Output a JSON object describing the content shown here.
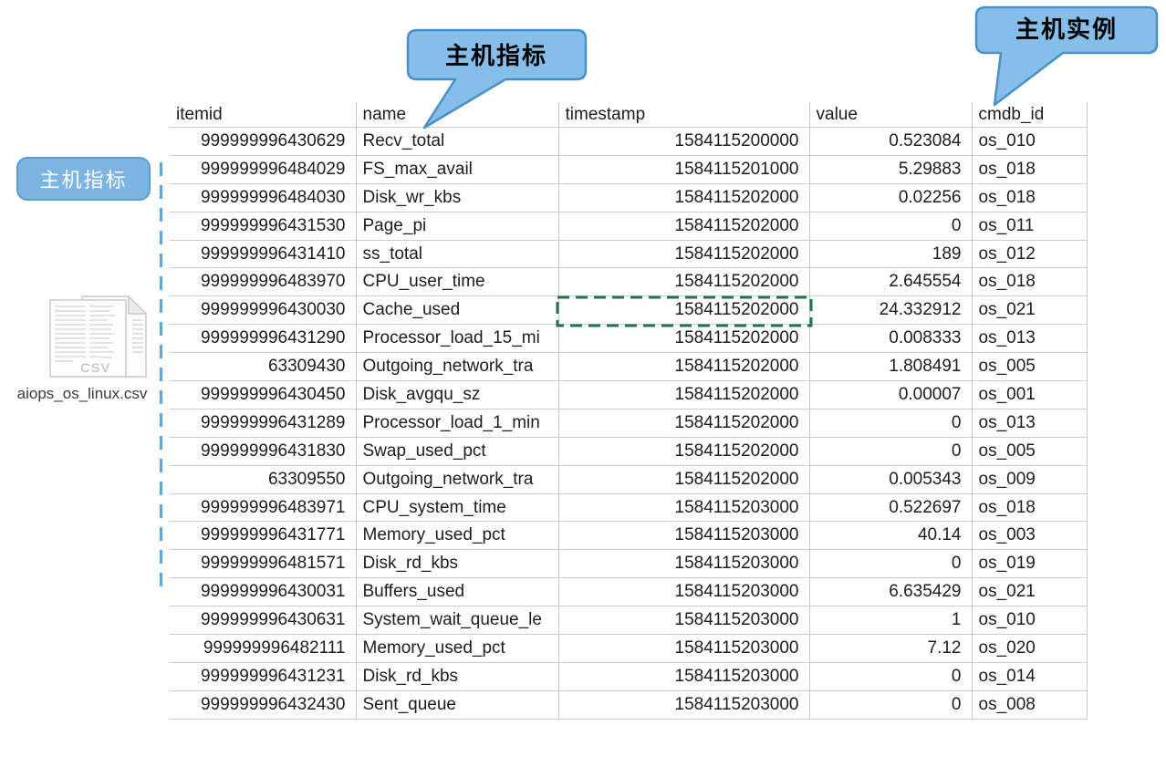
{
  "callouts": {
    "name_callout": "主机指标",
    "cmdb_callout": "主机实例",
    "left_label": "主机指标"
  },
  "file": {
    "name": "aiops_os_linux.csv",
    "badge": "CSV"
  },
  "table": {
    "columns": [
      "itemid",
      "name",
      "timestamp",
      "value",
      "cmdb_id"
    ],
    "rows": [
      [
        "999999996430629",
        "Recv_total",
        "1584115200000",
        "0.523084",
        "os_010"
      ],
      [
        "999999996484029",
        "FS_max_avail",
        "1584115201000",
        "5.29883",
        "os_018"
      ],
      [
        "999999996484030",
        "Disk_wr_kbs",
        "1584115202000",
        "0.02256",
        "os_018"
      ],
      [
        "999999996431530",
        "Page_pi",
        "1584115202000",
        "0",
        "os_011"
      ],
      [
        "999999996431410",
        "ss_total",
        "1584115202000",
        "189",
        "os_012"
      ],
      [
        "999999996483970",
        "CPU_user_time",
        "1584115202000",
        "2.645554",
        "os_018"
      ],
      [
        "999999996430030",
        "Cache_used",
        "1584115202000",
        "24.332912",
        "os_021"
      ],
      [
        "999999996431290",
        "Processor_load_15_mi",
        "1584115202000",
        "0.008333",
        "os_013"
      ],
      [
        "63309430",
        "Outgoing_network_tra",
        "1584115202000",
        "1.808491",
        "os_005"
      ],
      [
        "999999996430450",
        "Disk_avgqu_sz",
        "1584115202000",
        "0.00007",
        "os_001"
      ],
      [
        "999999996431289",
        "Processor_load_1_min",
        "1584115202000",
        "0",
        "os_013"
      ],
      [
        "999999996431830",
        "Swap_used_pct",
        "1584115202000",
        "0",
        "os_005"
      ],
      [
        "63309550",
        "Outgoing_network_tra",
        "1584115202000",
        "0.005343",
        "os_009"
      ],
      [
        "999999996483971",
        "CPU_system_time",
        "1584115203000",
        "0.522697",
        "os_018"
      ],
      [
        "999999996431771",
        "Memory_used_pct",
        "1584115203000",
        "40.14",
        "os_003"
      ],
      [
        "999999996481571",
        "Disk_rd_kbs",
        "1584115203000",
        "0",
        "os_019"
      ],
      [
        "999999996430031",
        "Buffers_used",
        "1584115203000",
        "6.635429",
        "os_021"
      ],
      [
        "999999996430631",
        "System_wait_queue_le",
        "1584115203000",
        "1",
        "os_010"
      ],
      [
        "999999996482111",
        "Memory_used_pct",
        "1584115203000",
        "7.12",
        "os_020"
      ],
      [
        "999999996431231",
        "Disk_rd_kbs",
        "1584115203000",
        "0",
        "os_014"
      ],
      [
        "999999996432430",
        "Sent_queue",
        "1584115203000",
        "0",
        "os_008"
      ]
    ]
  },
  "selection": {
    "row_index": 6,
    "column": "timestamp",
    "value": "1584115202000"
  },
  "colors": {
    "callout_fill": "#85bee8",
    "callout_border": "#4a90c8",
    "side_label_fill": "#7cb5e2",
    "side_label_border": "#5c9bd0",
    "dashed_connector": "#5fa8df",
    "selection_outline": "#217346",
    "gridline": "#c8c8c8"
  }
}
